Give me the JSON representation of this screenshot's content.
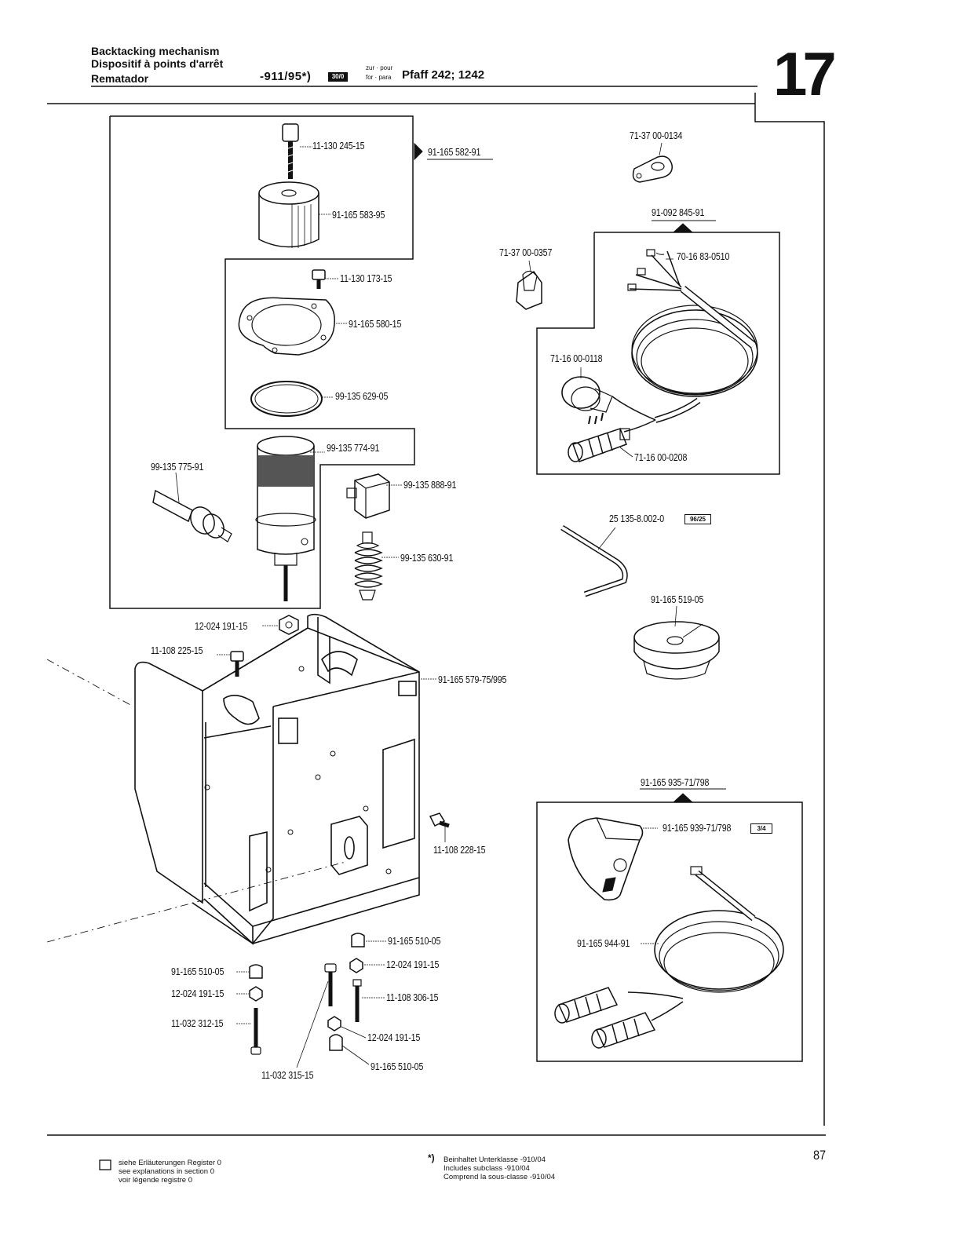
{
  "header": {
    "title_de": "Backtacking mechanism",
    "title_fr": "Dispositif à points d'arrêt",
    "title_es": "Rematador",
    "subclass": "-911/95*)",
    "subclass_badge": "30/0",
    "zur_pour": "zur · pour",
    "for_para": "for · para",
    "model": "Pfaff 242; 1242",
    "section_number": "17"
  },
  "parts": {
    "p1": "11-130 245-15",
    "p2": "91-165 582-91",
    "p3": "91-165 583-95",
    "p4": "11-130 173-15",
    "p5": "91-165 580-15",
    "p6": "99-135 629-05",
    "p7": "99-135 774-91",
    "p8": "99-135 775-91",
    "p9": "99-135 888-91",
    "p10": "99-135 630-91",
    "p11": "12-024 191-15",
    "p12": "11-108 225-15",
    "p13": "91-165 579-75/995",
    "p14": "11-108 228-15",
    "p15": "71-37 00-0134",
    "p16": "91-092 845-91",
    "p17": "71-37 00-0357",
    "p18": "70-16 83-0510",
    "p19": "71-16 00-0118",
    "p20": "71-16 00-0208",
    "p21": "25 135-8.002-0",
    "p21_badge": "96/25",
    "p22": "91-165 519-05",
    "p23": "91-165 935-71/798",
    "p24": "91-165 939-71/798",
    "p24_badge": "3/4",
    "p25": "91-165 944-91",
    "p26": "91-165 510-05",
    "p27": "12-024 191-15",
    "p28": "11-108 306-15",
    "p29": "12-024 191-15",
    "p30": "91-165 510-05",
    "p31": "11-032 315-15",
    "p32": "91-165 510-05",
    "p33": "12-024 191-15",
    "p34": "11-032 312-15"
  },
  "footer": {
    "legend_1": "siehe Erläuterungen Register 0",
    "legend_2": "see explanations in section 0",
    "legend_3": "voir légende registre 0",
    "note_mark": "*)",
    "note_1": "Beinhaltet Unterklasse -910/04",
    "note_2": "Includes subclass -910/04",
    "note_3": "Comprend la sous-classe -910/04",
    "page_number": "87"
  }
}
